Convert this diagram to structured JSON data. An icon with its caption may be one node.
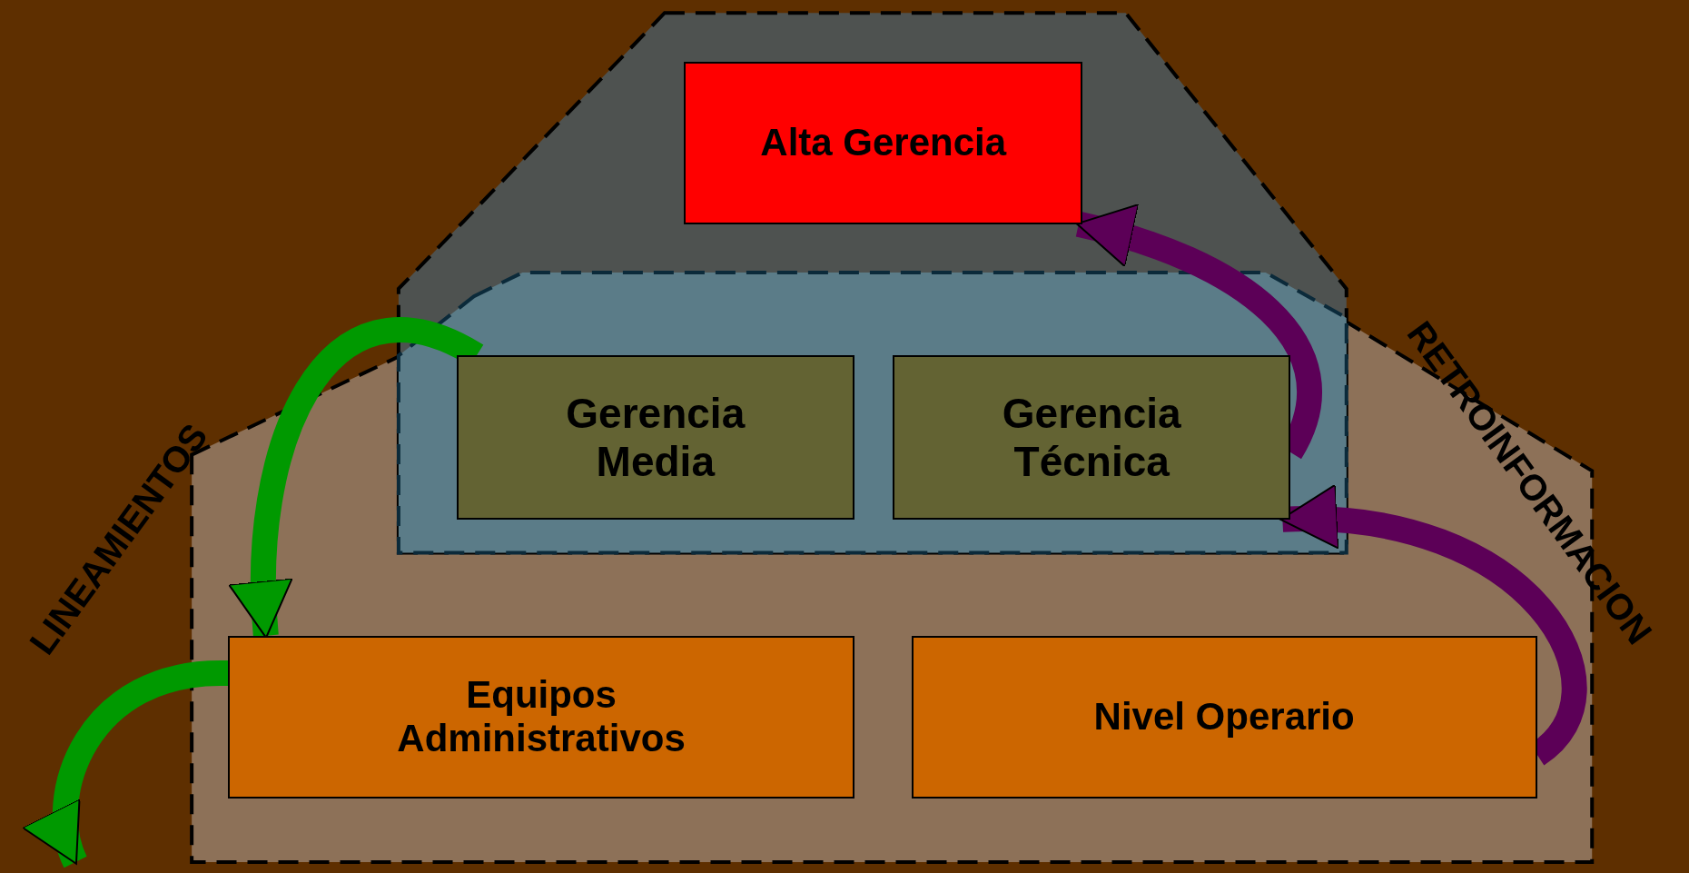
{
  "diagram": {
    "nodes": [
      {
        "text": [
          "Alta Gerencia"
        ]
      },
      {
        "text": [
          "Gerencia Media"
        ]
      },
      {
        "text": [
          "Gerencia Técnica"
        ]
      },
      {
        "text": [
          "Equipos Administrativos"
        ]
      },
      {
        "text": [
          "Nivel Operario"
        ]
      }
    ],
    "edges": [
      {
        "from": 1,
        "to": 3,
        "arrow": "to",
        "color": "#009900"
      },
      {
        "from": 3,
        "to": null,
        "arrow": "to",
        "color": "#009900"
      },
      {
        "from": 4,
        "to": 2,
        "arrow": "to",
        "color": "#5c0057"
      },
      {
        "from": 2,
        "to": 0,
        "arrow": "to",
        "color": "#5c0057"
      }
    ],
    "labels": [
      "LINEAMIENTOS",
      "RETROINFORMACION"
    ]
  }
}
